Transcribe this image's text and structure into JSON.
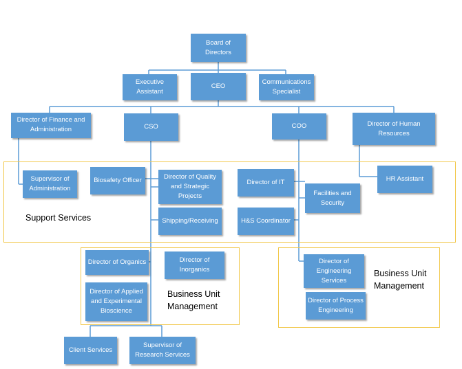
{
  "chart": {
    "accent_color": "#5b9bd5",
    "region_border_color": "#f2c84b",
    "nodes": {
      "board": "Board of Directors",
      "exec_assistant": "Executive Assistant",
      "ceo": "CEO",
      "comms": "Communications Specialist",
      "dir_finance": "Director of Finance and Administration",
      "cso": "CSO",
      "coo": "COO",
      "dir_hr": "Director of Human Resources",
      "sup_admin": "Supervisor of Administration",
      "biosafety": "Biosafety Officer",
      "dir_quality": "Director of Quality and Strategic Projects",
      "shipping": "Shipping/Receiving",
      "dir_it": "Director of IT",
      "hs_coord": "H&S Coordinator",
      "facilities": "Facilities and Security",
      "hr_assistant": "HR Assistant",
      "dir_organics": "Director of Organics",
      "dir_inorganics": "Director of Inorganics",
      "dir_applied": "Director of Applied and Experimental Bioscience",
      "dir_engineering": "Director of Engineering Services",
      "dir_process": "Director of Process Engineering",
      "client_services": "Client Services",
      "sup_research": "Supervisor of Research Services"
    },
    "regions": {
      "support_label": "Support Services",
      "bum_left_label": "Business Unit Management",
      "bum_right_label": "Business Unit Management"
    }
  }
}
